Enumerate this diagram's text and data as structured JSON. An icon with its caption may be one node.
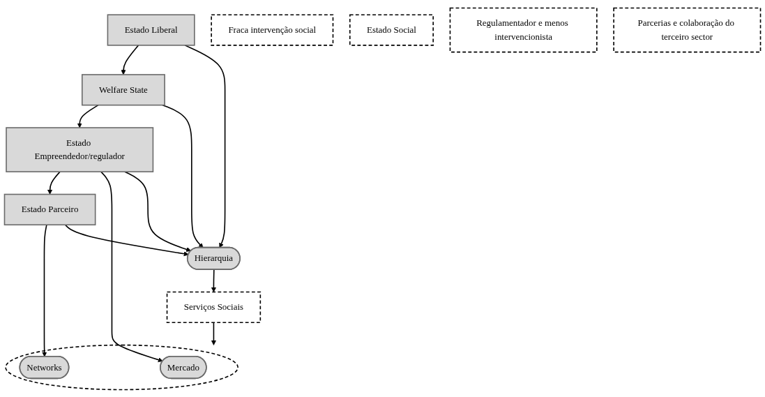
{
  "diagram": {
    "nodes": [
      {
        "text": [
          "Estado Liberal"
        ]
      },
      {
        "text": [
          "Welfare State"
        ]
      },
      {
        "text": [
          "Estado Empreendedor/regulador"
        ]
      },
      {
        "text": [
          "Estado Parceiro"
        ]
      },
      {
        "text": [
          "Fraca intervenção social"
        ]
      },
      {
        "text": [
          "Estado Social"
        ]
      },
      {
        "text": [
          "Regulamentador e menos intervencionista"
        ]
      },
      {
        "text": [
          "Parcerias e colaboração do terceiro sector"
        ]
      },
      {
        "text": [],
        "shape": "ellipse"
      },
      {
        "text": [
          "Mercado"
        ],
        "in": 8
      },
      {
        "text": [
          "Networks"
        ],
        "in": 8
      },
      {
        "text": [
          "Hierarquia"
        ]
      },
      {
        "text": [
          "Serviços Sociais"
        ]
      }
    ],
    "edges": [
      {
        "from": 0,
        "to": 1,
        "arrow": "to"
      },
      {
        "from": 1,
        "to": 2,
        "arrow": "to"
      },
      {
        "from": 2,
        "to": 3,
        "arrow": "to"
      },
      {
        "from": 2,
        "to": 9,
        "arrow": "to"
      },
      {
        "from": 3,
        "to": 10,
        "arrow": "to"
      },
      {
        "from": 0,
        "to": 11,
        "arrow": "to"
      },
      {
        "from": 1,
        "to": 11,
        "arrow": "to"
      },
      {
        "from": 2,
        "to": 11,
        "arrow": "to"
      },
      {
        "from": 3,
        "to": 11,
        "arrow": "to"
      },
      {
        "from": 11,
        "to": 12,
        "arrow": "to"
      },
      {
        "from": 12,
        "to": 8,
        "arrow": "to"
      }
    ]
  }
}
